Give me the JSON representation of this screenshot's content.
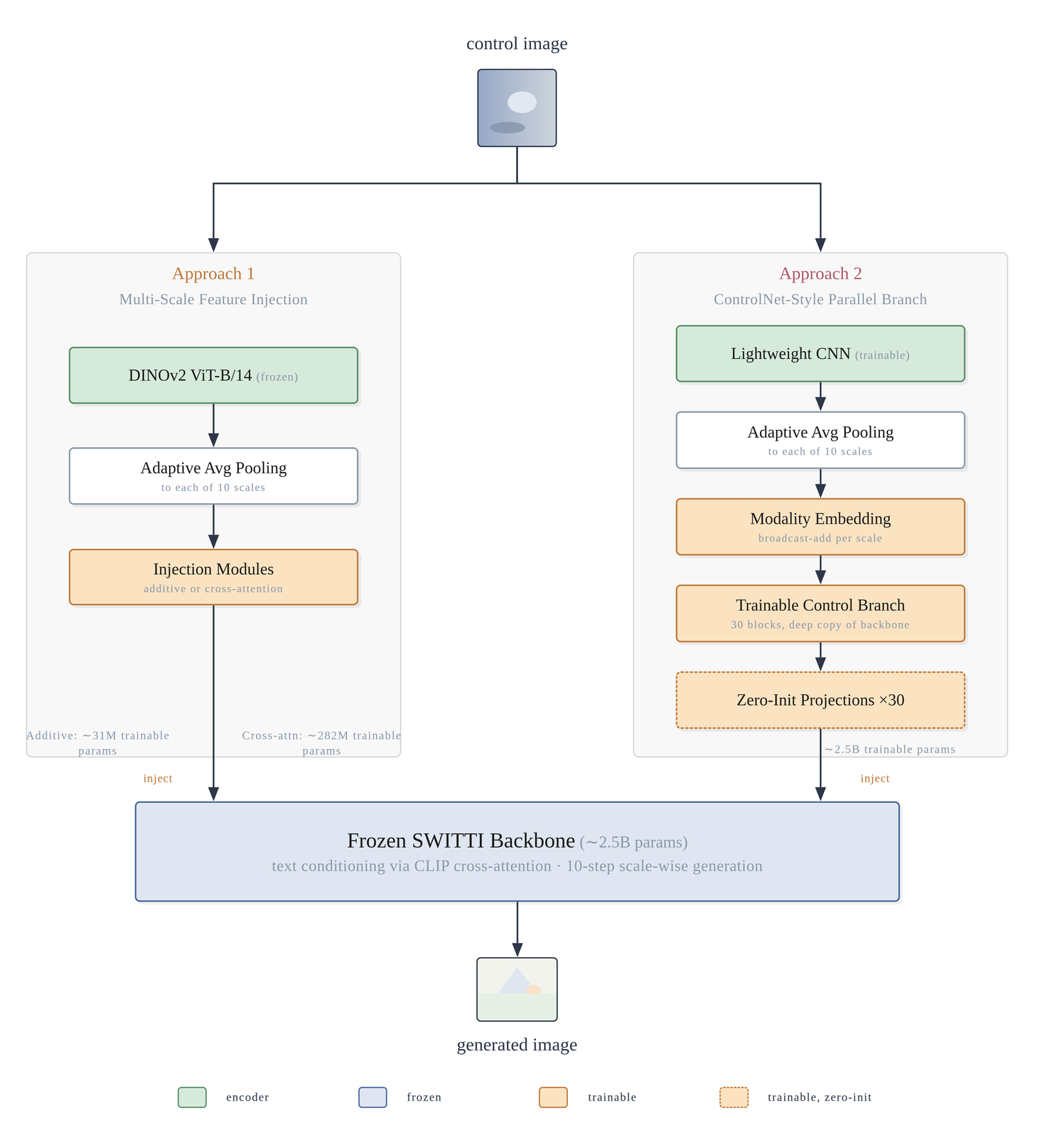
{
  "diagram": {
    "nodes": [
      {
        "text": [
          "control image"
        ]
      },
      {
        "text": [
          "Approach 1",
          "Multi-Scale Feature Injection"
        ]
      },
      {
        "text": [
          "DINOv2 ViT-B/14",
          "(frozen)"
        ],
        "in": 1
      },
      {
        "text": [
          "Adaptive Avg Pooling",
          "to each of 10 scales"
        ],
        "in": 1
      },
      {
        "text": [
          "Injection Modules",
          "additive or cross-attention"
        ],
        "in": 1
      },
      {
        "text": [
          "Approach 2",
          "ControlNet-Style Parallel Branch"
        ]
      },
      {
        "text": [
          "Lightweight CNN",
          "(trainable)"
        ],
        "in": 5
      },
      {
        "text": [
          "Adaptive Avg Pooling",
          "to each of 10 scales"
        ],
        "in": 5
      },
      {
        "text": [
          "Modality Embedding",
          "broadcast-add per scale"
        ],
        "in": 5
      },
      {
        "text": [
          "Trainable Control Branch",
          "30 blocks, deep copy of backbone"
        ],
        "in": 5
      },
      {
        "text": [
          "Zero-Init Projections ×30"
        ],
        "in": 5
      },
      {
        "text": [
          "Frozen SWITTI Backbone",
          "(∼2.5B params)",
          "text conditioning via CLIP cross-attention · 10-step scale-wise generation"
        ]
      },
      {
        "text": [
          "generated image"
        ]
      }
    ],
    "edges": [
      {
        "from": 0,
        "to": 1,
        "arrow": "to"
      },
      {
        "from": 0,
        "to": 5,
        "arrow": "to"
      },
      {
        "from": 2,
        "to": 3,
        "arrow": "to"
      },
      {
        "from": 3,
        "to": 4,
        "arrow": "to"
      },
      {
        "from": 4,
        "to": 11,
        "label": "inject",
        "arrow": "to"
      },
      {
        "from": 6,
        "to": 7,
        "arrow": "to"
      },
      {
        "from": 7,
        "to": 8,
        "arrow": "to"
      },
      {
        "from": 8,
        "to": 9,
        "arrow": "to"
      },
      {
        "from": 9,
        "to": 10,
        "arrow": "to"
      },
      {
        "from": 10,
        "to": 11,
        "label": "inject",
        "arrow": "to"
      },
      {
        "from": 11,
        "to": 12,
        "arrow": "to"
      }
    ],
    "labels": [
      "Additive: ∼31M trainable params",
      "Cross-attn: ∼282M trainable params",
      "∼2.5B trainable params"
    ],
    "legend": [
      {
        "text": "encoder",
        "color": "#d6eadb"
      },
      {
        "text": "frozen",
        "color": "#dfe6f1"
      },
      {
        "text": "trainable",
        "color": "#fbe3c1"
      },
      {
        "text": "trainable, zero-init",
        "color": "#fbe3c1"
      }
    ]
  }
}
